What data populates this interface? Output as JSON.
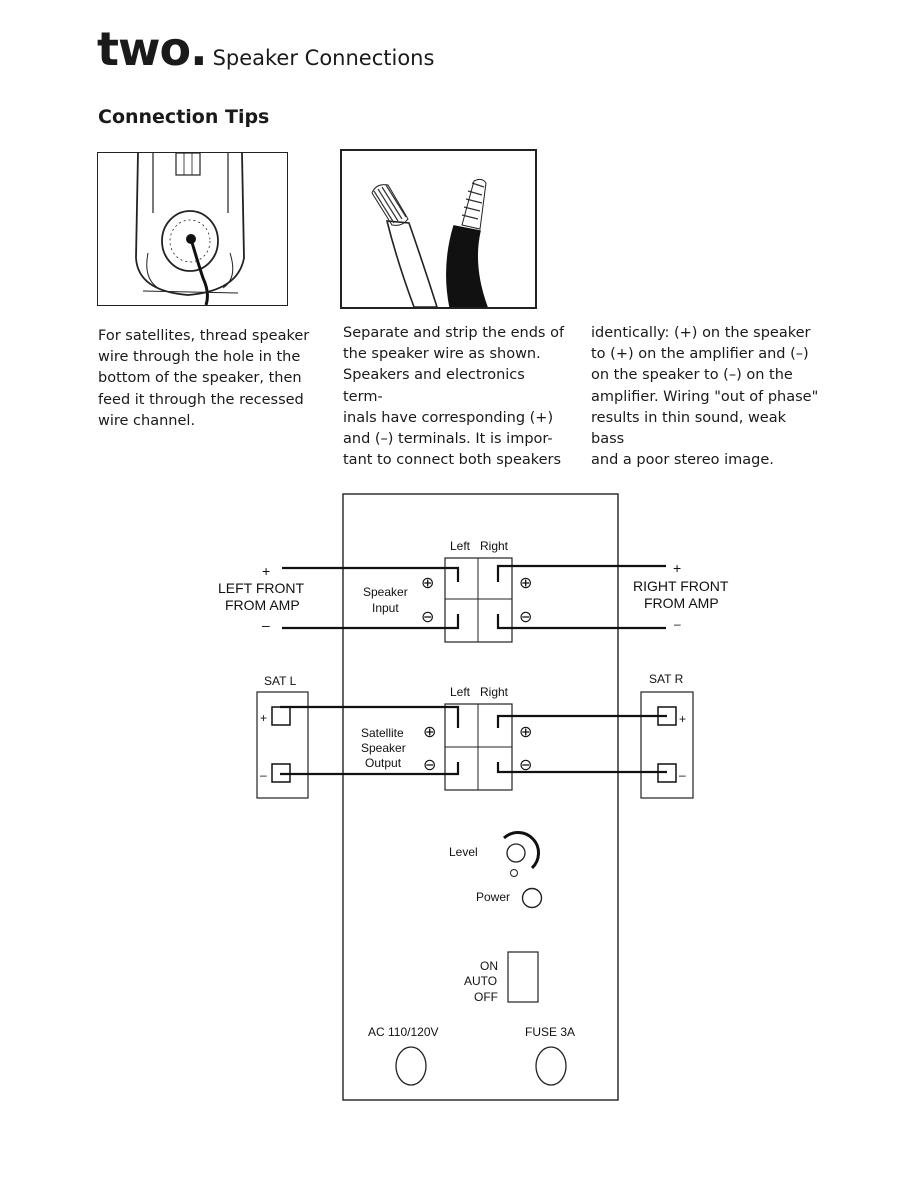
{
  "header": {
    "chapter": "two.",
    "title": "Speaker Connections"
  },
  "section_title": "Connection Tips",
  "columns": [
    "For satellites, thread speaker\nwire through the hole in the\nbottom of the speaker, then\nfeed it through the recessed\nwire channel.",
    "Separate and strip the ends of\nthe speaker wire as shown.\nSpeakers and electronics term-\ninals have corresponding (+)\nand (–) terminals. It is impor-\ntant to connect both speakers",
    "identically: (+) on the speaker\nto (+) on the amplifier and (–)\non the speaker to (–) on the\namplifier. Wiring \"out of phase\"\nresults in thin sound, weak bass\nand a poor stereo image."
  ],
  "diagram": {
    "left_front": {
      "line1": "LEFT FRONT",
      "line2": "FROM AMP",
      "plus": "+",
      "minus": "–"
    },
    "right_front": {
      "line1": "RIGHT FRONT",
      "line2": "FROM AMP",
      "plus": "+",
      "minus": "–"
    },
    "speaker_input": {
      "left": "Left",
      "right": "Right",
      "line1": "Speaker",
      "line2": "Input"
    },
    "satellite_output": {
      "left": "Left",
      "right": "Right",
      "line1": "Satellite",
      "line2": "Speaker",
      "line3": "Output"
    },
    "sat_l": {
      "label": "SAT L",
      "plus": "+",
      "minus": "–"
    },
    "sat_r": {
      "label": "SAT R",
      "plus": "+",
      "minus": "–"
    },
    "level": "Level",
    "power": "Power",
    "switch": {
      "on": "ON",
      "auto": "AUTO",
      "off": "OFF"
    },
    "ac": "AC 110/120V",
    "fuse": "FUSE 3A",
    "plus_symbol": "⊕",
    "minus_symbol": "⊖"
  }
}
